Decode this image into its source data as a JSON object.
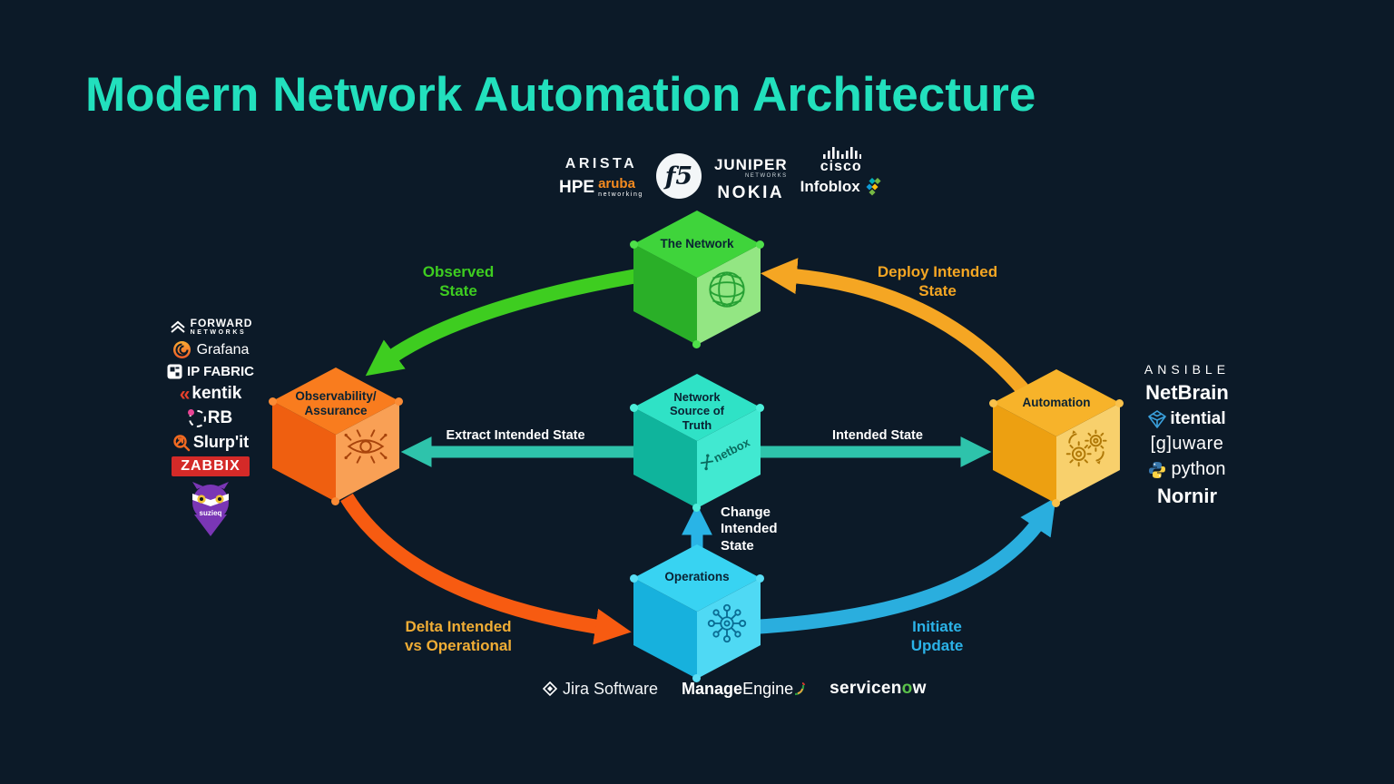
{
  "slide": {
    "title": "Modern Network Automation Architecture"
  },
  "colors": {
    "background": "#0c1a28",
    "title": "#22e0bd",
    "network_cube": "#3fd43b",
    "observability_cube": "#f97c1e",
    "nsot_cube": "#2fe2c6",
    "automation_cube": "#f7b32a",
    "operations_cube": "#38d3f2",
    "observed_arrow": "#3ecd20",
    "deploy_arrow": "#f5a623",
    "state_arrows": "#2ec3ab",
    "change_arrow": "#29b4e6",
    "delta_arrow": "#f75b11",
    "delta_label": "#f0ad35",
    "initiate_arrow": "#2aaede",
    "initiate_label": "#2bb3e8",
    "zabbix_red": "#d42a28",
    "aruba_orange": "#f68b1f",
    "servicenow_green": "#5bc24a"
  },
  "cubes": {
    "network": {
      "label": "The Network",
      "icon": "globe-icon"
    },
    "observability": {
      "line1": "Observability/",
      "line2": "Assurance",
      "icon": "monitoring-eye-icon"
    },
    "nsot": {
      "line1": "Network",
      "line2": "Source of",
      "line3": "Truth",
      "icon": "netbox-logo",
      "brand": "netbox"
    },
    "automation": {
      "label": "Automation",
      "icon": "gears-icon"
    },
    "operations": {
      "label": "Operations",
      "icon": "hub-network-icon"
    }
  },
  "flows": {
    "observed": {
      "line1": "Observed",
      "line2": "State",
      "color": "#3ecd20"
    },
    "deploy": {
      "line1": "Deploy Intended",
      "line2": "State",
      "color": "#f5a623"
    },
    "extract": {
      "label": "Extract Intended State",
      "color": "#2ec3ab"
    },
    "intended": {
      "label": "Intended State",
      "color": "#2ec3ab"
    },
    "change": {
      "line1": "Change",
      "line2": "Intended",
      "line3": "State",
      "color": "#29b4e6"
    },
    "delta": {
      "line1": "Delta Intended",
      "line2": "vs Operational",
      "color": "#f75b11",
      "label_color": "#f0ad35"
    },
    "initiate": {
      "line1": "Initiate",
      "line2": "Update",
      "color": "#2aaede",
      "label_color": "#2bb3e8"
    }
  },
  "top_logos": {
    "arista": "ARISTA",
    "hpe": "HPE",
    "aruba": "aruba",
    "aruba_sub": "networking",
    "f5": "f5",
    "juniper": "JUNIPER",
    "juniper_sub": "NETWORKS",
    "nokia": "NOKIA",
    "cisco": "cisco",
    "infoblox": "Infoblox"
  },
  "left_logos": {
    "forward1": "FORWARD",
    "forward2": "NETWORKS",
    "grafana": "Grafana",
    "ipfabric": "IP FABRIC",
    "kentik": "kentik",
    "orb": "RB",
    "slurpit": "Slurp'it",
    "zabbix": "ZABBIX",
    "suzieq": "suzieq"
  },
  "right_logos": {
    "ansible": "ANSIBLE",
    "netbrain": "NetBrain",
    "itential": "itential",
    "gluware": "[g]uware",
    "python": "python",
    "nornir": "Nornir"
  },
  "bottom_logos": {
    "jira": "Jira Software",
    "me_bold": "Manage",
    "me_light": "Engine",
    "sn_a": "servicen",
    "sn_o": "o",
    "sn_b": "w"
  },
  "icons": {
    "network": "globe-icon",
    "observability": "monitoring-eye-icon",
    "nsot": "netbox-logo",
    "automation": "gears-icon",
    "operations": "hub-network-icon",
    "f5": "f5-ball-icon",
    "cisco": "cisco-bars-icon",
    "infoblox": "infoblox-diamonds-icon",
    "forward": "forward-networks-icon",
    "grafana": "grafana-spiral-icon",
    "ipfabric": "ip-fabric-icon",
    "kentik": "kentik-chevrons-icon",
    "orb": "orb-circle-icon",
    "slurpit": "slurpit-magnifier-icon",
    "suzieq": "suzieq-owl-icon",
    "itential": "itential-gem-icon",
    "python": "python-snakes-icon",
    "jira": "jira-diamond-icon",
    "manageengine": "manageengine-swoosh-icon"
  }
}
